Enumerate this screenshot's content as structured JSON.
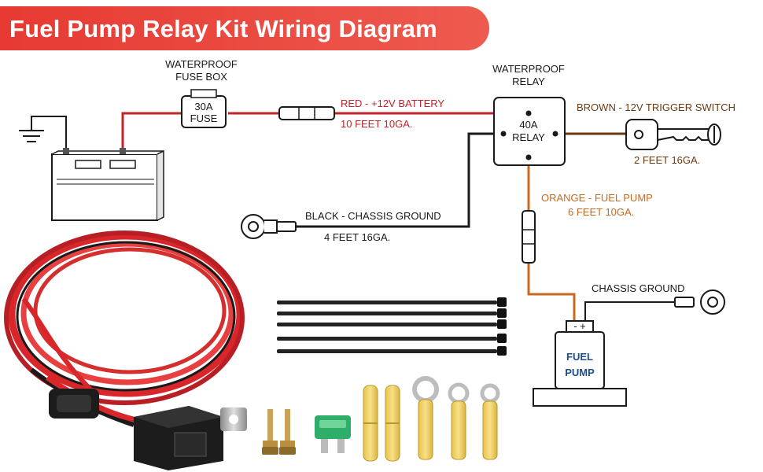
{
  "title": "Fuel Pump Relay Kit Wiring Diagram",
  "fuse_box": {
    "header_line1": "WATERPROOF",
    "header_line2": "FUSE BOX",
    "rating": "30A",
    "name": "FUSE"
  },
  "relay": {
    "header_line1": "WATERPROOF",
    "header_line2": "RELAY",
    "rating": "40A",
    "name": "RELAY"
  },
  "wires": {
    "red": {
      "label": "RED - +12V BATTERY",
      "spec": "10 FEET 10GA.",
      "color": "#c0242a"
    },
    "brown": {
      "label": "BROWN - 12V TRIGGER SWITCH",
      "spec": "2 FEET 16GA.",
      "color": "#6b3a12"
    },
    "black": {
      "label": "BLACK - CHASSIS GROUND",
      "spec": "4 FEET 16GA.",
      "color": "#1a1a1a"
    },
    "orange": {
      "label": "ORANGE - FUEL PUMP",
      "spec": "6 FEET 10GA.",
      "color": "#c86a1e"
    }
  },
  "chassis_ground": "CHASSIS GROUND",
  "fuel_pump": {
    "line1": "FUEL",
    "line2": "PUMP",
    "terminals": "- +"
  },
  "colors": {
    "banner": "#e63a32",
    "wire_red": "#c0242a",
    "wire_orange": "#c86a1e",
    "wire_brown": "#6b3a12",
    "fuse_green": "#2fae6a",
    "terminal_yellow": "#f2d35a"
  }
}
